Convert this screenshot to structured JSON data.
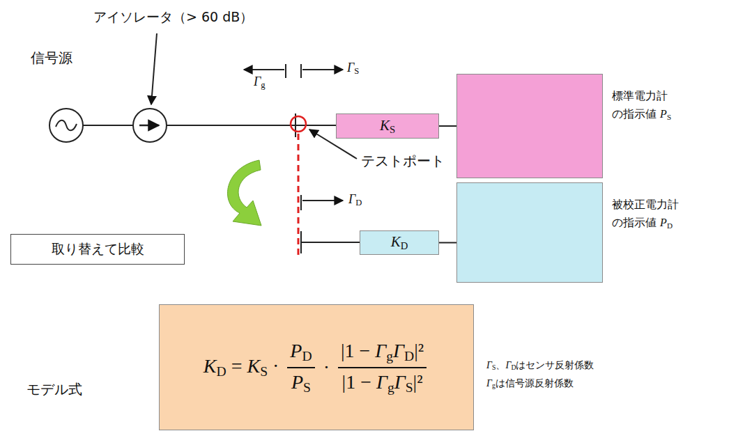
{
  "diagram": {
    "nodes": [
      {
        "text": [
          "KS"
        ]
      },
      {
        "text": [
          "標準電力計 の指示値 PS"
        ]
      },
      {
        "text": [
          "取り替えて比較"
        ]
      },
      {
        "text": [
          "KD"
        ]
      },
      {
        "text": [
          "被校正電力計 の指示値 PD"
        ]
      },
      {
        "text": [
          "KD = KS ·",
          "PD",
          "PS",
          "·",
          "|1 − ΓgΓD|²",
          "|1 − ΓgΓS|²"
        ]
      }
    ],
    "edges": [
      {
        "from": 0,
        "to": 1,
        "arrow": "none"
      },
      {
        "from": 3,
        "to": 4,
        "arrow": "none"
      }
    ],
    "labels": [
      "信号源",
      "アイソレータ（> 60 dB）",
      "Γg",
      "ΓS",
      "テストポート",
      "ΓD",
      "モデル式",
      "ΓS、ΓDはセンサ反射係数",
      "Γgは信号源反射係数"
    ]
  }
}
